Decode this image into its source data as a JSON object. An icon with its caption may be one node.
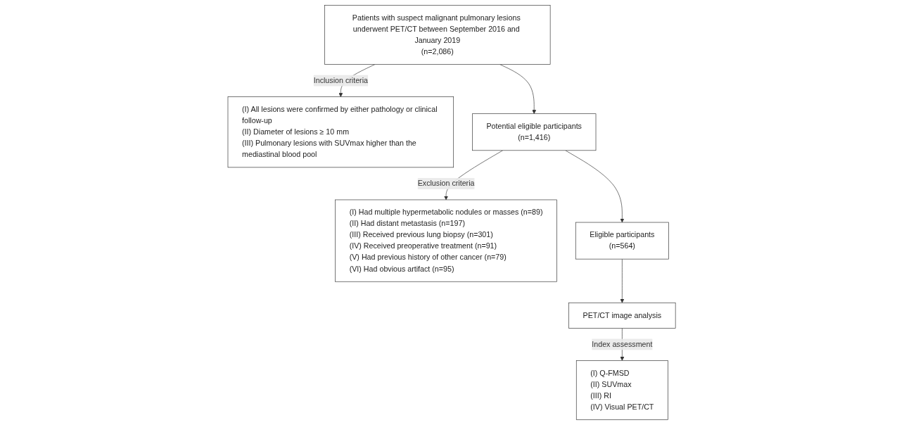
{
  "diagram": {
    "nodes": [
      {
        "text": [
          "Patients with suspect malignant pulmonary lesions underwent PET/CT between September 2016 and January 2019",
          "(n=2,086)"
        ]
      },
      {
        "text": [
          "(I) All lesions were confirmed by either pathology or clinical follow-up",
          "(II) Diameter of lesions ≥ 10 mm",
          "(III) Pulmonary lesions with SUVmax higher than the mediastinal blood pool"
        ]
      },
      {
        "text": [
          "Potential eligible participants",
          "(n=1,416)"
        ]
      },
      {
        "text": [
          "(I) Had multiple hypermetabolic nodules or masses (n=89)",
          "(II) Had distant metastasis (n=197)",
          "(III) Received previous lung biopsy (n=301)",
          "(IV) Received preoperative treatment (n=91)",
          "(V) Had previous history of other cancer (n=79)",
          "(VI) Had obvious artifact (n=95)"
        ]
      },
      {
        "text": [
          "Eligible participants",
          "(n=564)"
        ]
      },
      {
        "text": [
          "PET/CT image analysis"
        ]
      },
      {
        "text": [
          "(I) Q-FMSD",
          "(II) SUVmax",
          "(III) RI",
          "(IV) Visual PET/CT"
        ]
      }
    ],
    "edges": [
      {
        "from": 0,
        "to": 2,
        "arrow": "to"
      },
      {
        "from": 0,
        "to": 1,
        "arrow": "to",
        "label": "Inclusion criteria"
      },
      {
        "from": 2,
        "to": 3,
        "arrow": "to",
        "label": "Exclusion criteria"
      },
      {
        "from": 2,
        "to": 4,
        "arrow": "to"
      },
      {
        "from": 4,
        "to": 5,
        "arrow": "to"
      },
      {
        "from": 5,
        "to": 6,
        "arrow": "to",
        "label": "Index assessment"
      }
    ]
  }
}
